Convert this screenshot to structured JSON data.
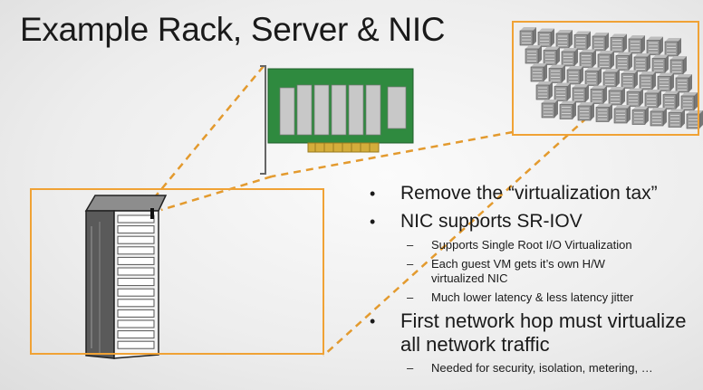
{
  "slide": {
    "title": "Example Rack, Server & NIC",
    "bullets": [
      {
        "text": "Remove the “virtualization tax”",
        "sub": []
      },
      {
        "text": "NIC supports SR-IOV",
        "sub": [
          "Supports Single Root I/O Virtualization",
          "Each guest VM gets it’s own H/W virtualized NIC",
          "Much lower latency & less latency jitter"
        ]
      },
      {
        "text": "First network hop must virtualize all network traffic",
        "sub": [
          "Needed for security, isolation, metering, …"
        ]
      }
    ]
  },
  "colors": {
    "frame": "#f0a235",
    "connector": "#e39a2e",
    "pcb": "#2f8a3f"
  },
  "icons": [
    "server-rack-image",
    "nic-card-image",
    "datacenter-racks-image"
  ]
}
